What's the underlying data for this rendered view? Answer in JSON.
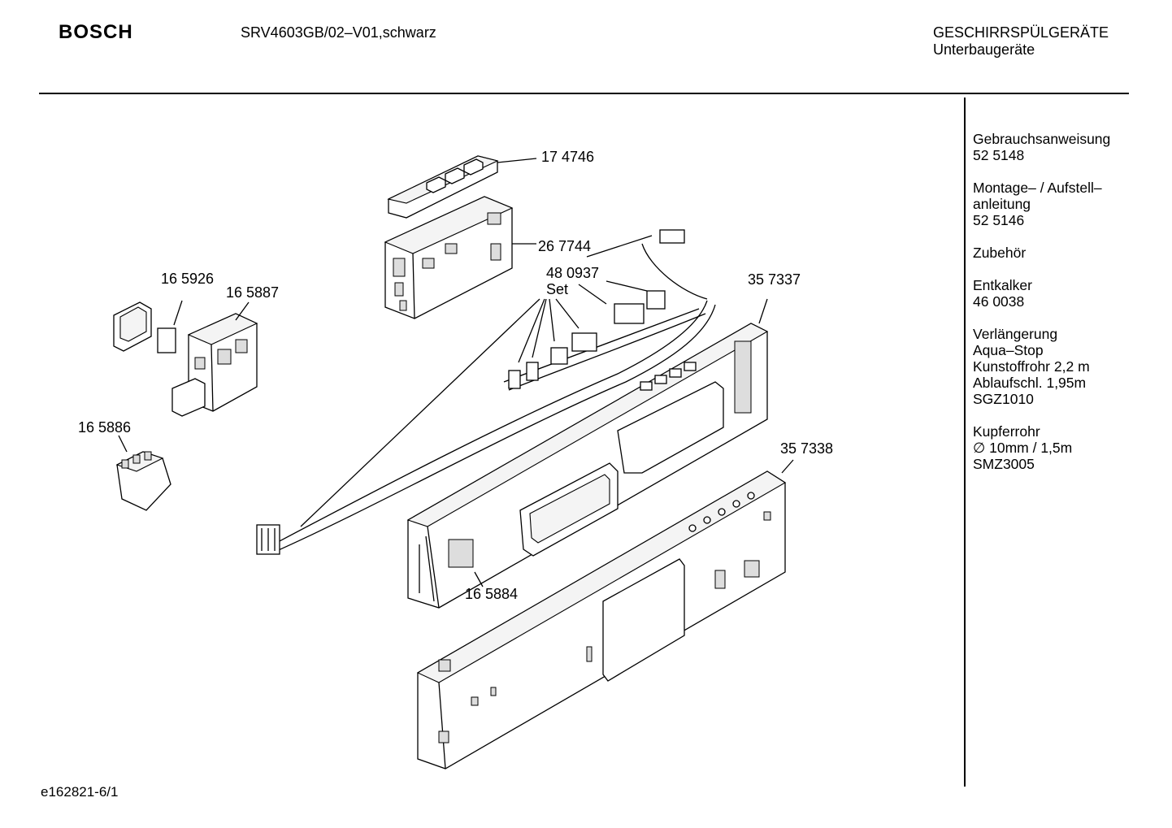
{
  "header": {
    "brand": "BOSCH",
    "model": "SRV4603GB/02–V01,schwarz",
    "category_line1": "GESCHIRRSPÜLGERÄTE",
    "category_line2": "Unterbaugeräte"
  },
  "side_panel": [
    {
      "lines": [
        "Gebrauchsanweisung",
        "52 5148"
      ]
    },
    {
      "lines": [
        "Montage– / Aufstell–",
        "anleitung",
        "52 5146"
      ]
    },
    {
      "lines": [
        "Zubehör"
      ]
    },
    {
      "lines": [
        "Entkalker",
        "46 0038"
      ]
    },
    {
      "lines": [
        "Verlängerung",
        "Aqua–Stop",
        "Kunstoffrohr 2,2 m",
        "Ablaufschl. 1,95m",
        "SGZ1010"
      ]
    },
    {
      "lines": [
        "Kupferrohr",
        "∅ 10mm / 1,5m",
        "SMZ3005"
      ]
    }
  ],
  "callouts": {
    "p174746": "17 4746",
    "p267744": "26 7744",
    "p480937": "48 0937",
    "p480937_set": "Set",
    "p165926": "16 5926",
    "p165887": "16 5887",
    "p357337": "35 7337",
    "p165886": "16 5886",
    "p357338": "35 7338",
    "p165884": "16 5884"
  },
  "footer": {
    "drawing_id": "e162821-6/1"
  }
}
